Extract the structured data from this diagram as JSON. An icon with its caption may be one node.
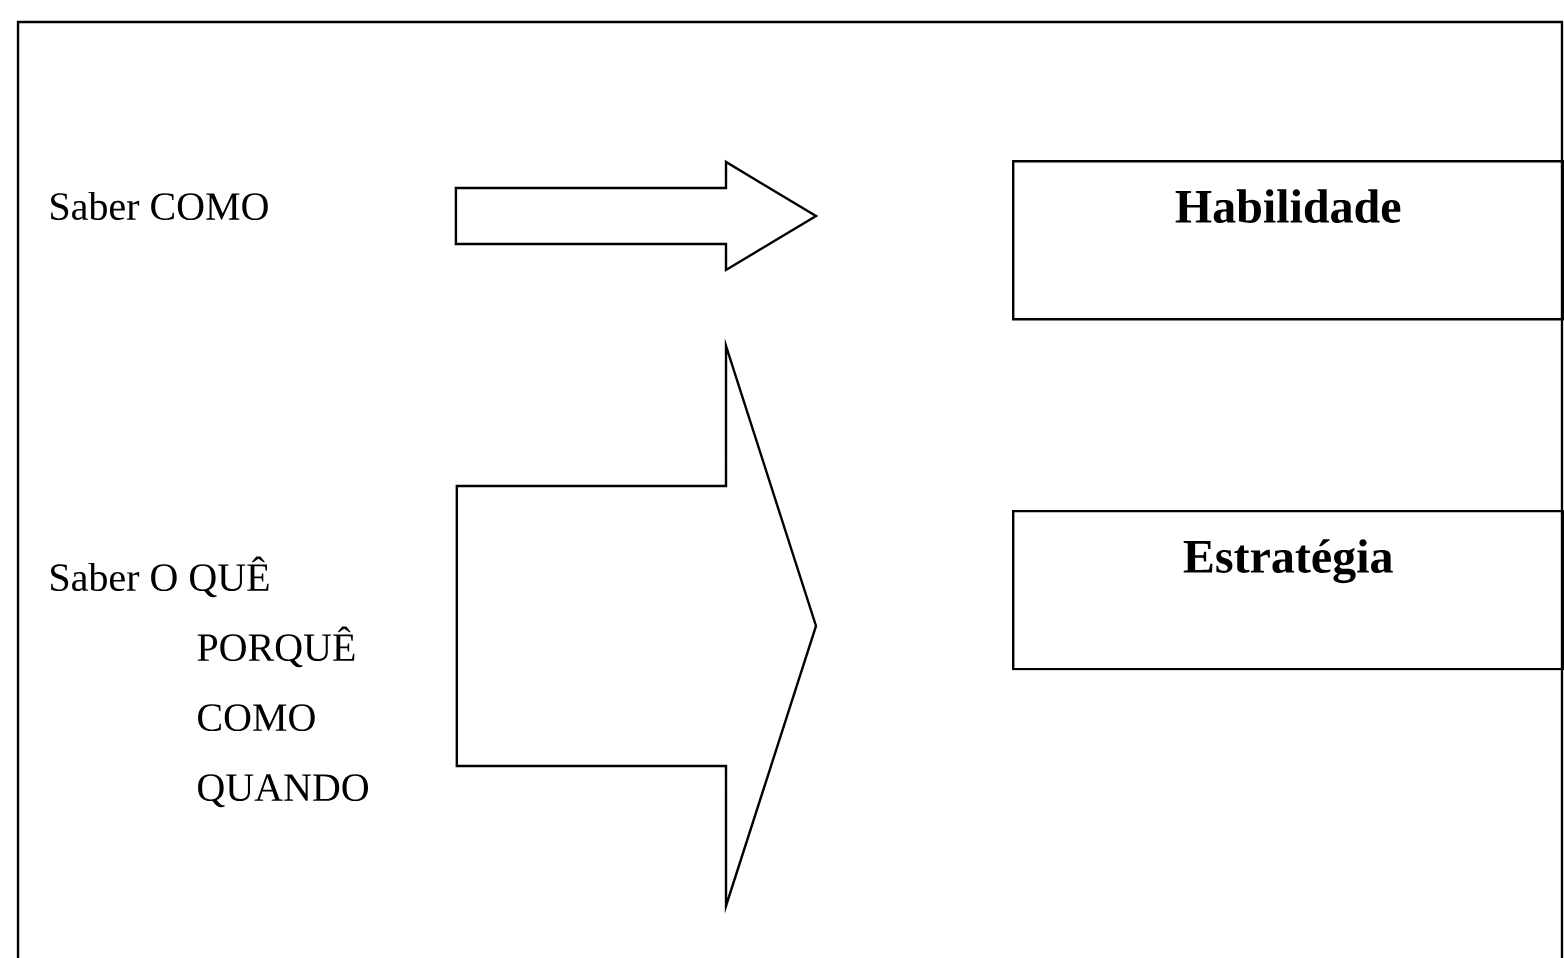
{
  "diagram": {
    "nodes": [
      {
        "text": [
          "Saber COMO"
        ]
      },
      {
        "text": [
          "Habilidade"
        ]
      },
      {
        "text": [
          "Saber O QUÊ PORQUÊ COMO QUANDO"
        ]
      },
      {
        "text": [
          "Estratégia"
        ]
      }
    ],
    "edges": [
      {
        "from": 0,
        "to": 1,
        "arrow": "to",
        "style": "thick"
      },
      {
        "from": 2,
        "to": 3,
        "arrow": "to",
        "style": "thick"
      }
    ]
  }
}
